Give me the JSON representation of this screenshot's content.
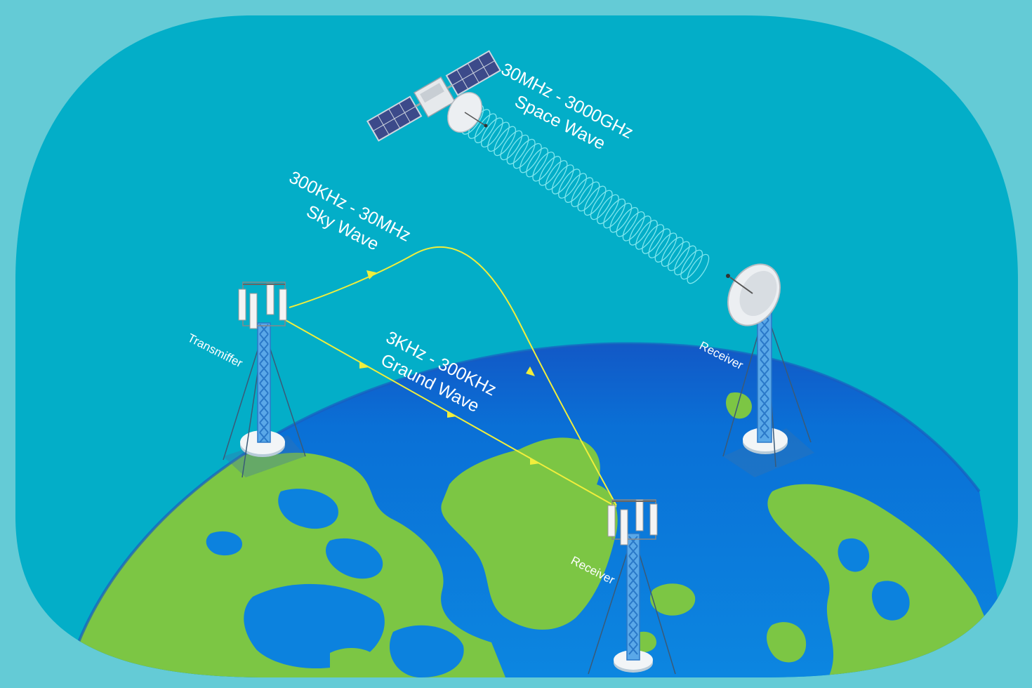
{
  "labels": {
    "space_wave_range": "30MHz - 3000GHz",
    "space_wave_name": "Space Wave",
    "sky_wave_range": "300KHz - 30MHz",
    "sky_wave_name": "Sky Wave",
    "ground_wave_range": "3KHz - 300KHz",
    "ground_wave_name": "Graund Wave",
    "transmitter": "Transmiffer",
    "receiver_right": "Receiver",
    "receiver_center": "Receiver"
  },
  "colors": {
    "background": "#64cbd6",
    "sky": "#03aec8",
    "ocean": "#0878d8",
    "land": "#7cc644",
    "wave_yellow": "#f0ee3c",
    "space_wave_coil": "#7ee6ee",
    "label_text": "#ffffff"
  },
  "icons": {
    "satellite": "satellite-icon",
    "dish_receiver": "satellite-dish-icon",
    "tower": "cell-tower-icon"
  }
}
